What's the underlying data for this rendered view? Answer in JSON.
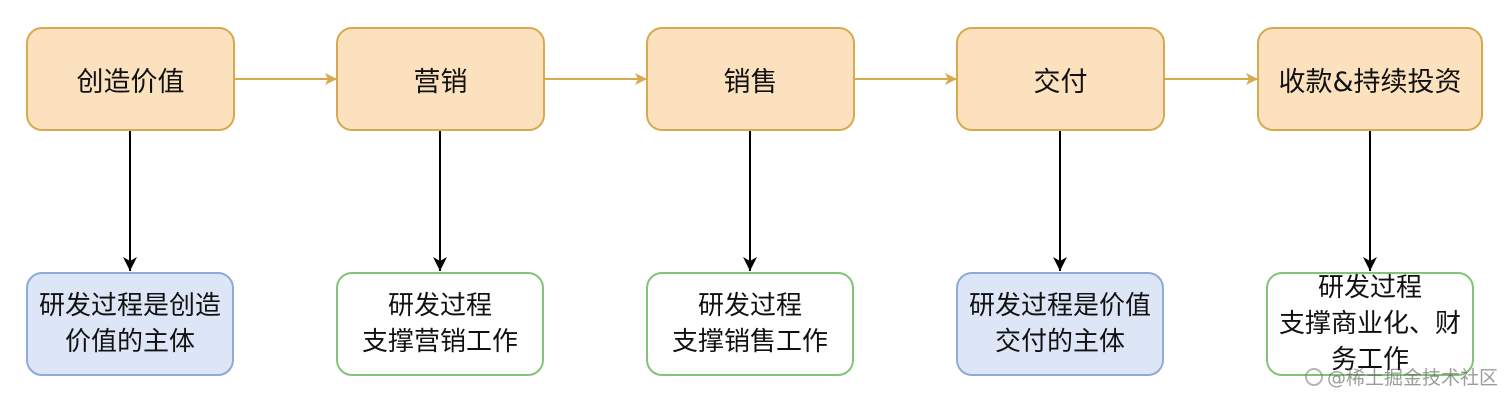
{
  "stages": [
    {
      "label": "创造价值"
    },
    {
      "label": "营销"
    },
    {
      "label": "销售"
    },
    {
      "label": "交付"
    },
    {
      "label": "收款&持续投资"
    }
  ],
  "roles": [
    {
      "lines": [
        "研发过程是创造",
        "价值的主体"
      ],
      "style": "primary"
    },
    {
      "lines": [
        "研发过程",
        "支撑营销工作"
      ],
      "style": "support"
    },
    {
      "lines": [
        "研发过程",
        "支撑销售工作"
      ],
      "style": "support"
    },
    {
      "lines": [
        "研发过程是价值",
        "交付的主体"
      ],
      "style": "primary"
    },
    {
      "lines": [
        "研发过程",
        "支撑商业化、财",
        "务工作"
      ],
      "style": "support"
    }
  ],
  "colors": {
    "stage_fill": "#fbe1bd",
    "stage_border": "#d8a94f",
    "flow_arrow": "#d8a94f",
    "primary_fill": "#dce6f6",
    "primary_border": "#8eaad6",
    "support_fill": "#ffffff",
    "support_border": "#83c377",
    "down_arrow": "#000000"
  },
  "watermark": {
    "text": "@稀土掘金技术社区",
    "icon": "juejin-logo-icon"
  }
}
